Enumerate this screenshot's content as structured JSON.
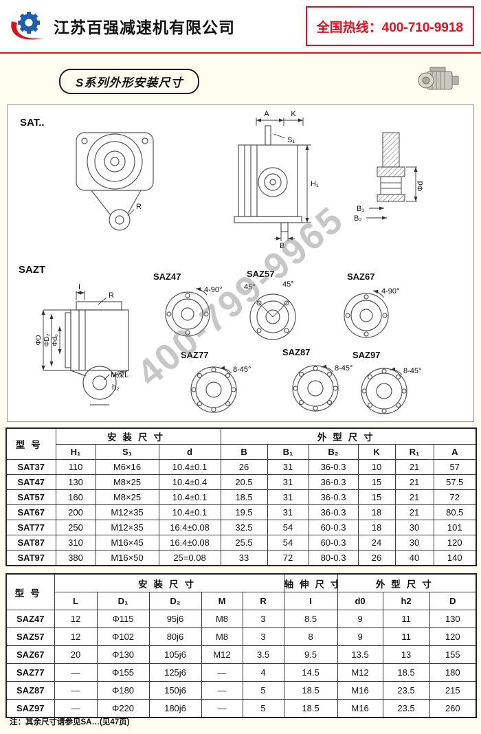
{
  "header": {
    "company_name": "江苏百强减速机有限公司",
    "hotline": "全国热线：400-710-9918"
  },
  "title_badge": "S系列外形安装尺寸",
  "watermark": "400-799-9965",
  "diagram": {
    "sat": {
      "label": "SAT..",
      "dim_a": "A",
      "dim_k": "K",
      "dim_s1": "S₁",
      "dim_h1": "H₁",
      "dim_b": "B",
      "dim_r": "R",
      "dim_phid": "Φd",
      "dim_b1": "B₁",
      "dim_b2": "B₂"
    },
    "sazt": {
      "label": "SAZT",
      "dim_i": "I",
      "dim_r": "R",
      "dim_phid0": "Φd₀",
      "dim_phiD2": "ΦD₂",
      "dim_phiD": "ΦD",
      "dim_m": "M深L",
      "dim_h2": "h₂"
    },
    "flanges": [
      {
        "name": "SAZ47",
        "angle": "4-90°"
      },
      {
        "name": "SAZ57",
        "angle": "45°",
        "angle2": "45°"
      },
      {
        "name": "SAZ67",
        "angle": "4-90°"
      },
      {
        "name": "SAZ77",
        "angle": "8-45°"
      },
      {
        "name": "SAZ87",
        "angle": "8-45°"
      },
      {
        "name": "SAZ97",
        "angle": "8-45°"
      }
    ]
  },
  "tables": {
    "t1": {
      "model_header": "型号",
      "group_install": "安装尺寸",
      "group_outline": "外型尺寸",
      "cols": [
        "H₁",
        "S₁",
        "d",
        "B",
        "B₁",
        "B₂",
        "K",
        "R₁",
        "A"
      ],
      "rows": [
        [
          "SAT37",
          "110",
          "M6×16",
          "10.4±0.1",
          "26",
          "31",
          "36-0.3",
          "10",
          "21",
          "57"
        ],
        [
          "SAT47",
          "130",
          "M8×25",
          "10.4±0.4",
          "20.5",
          "31",
          "36-0.3",
          "15",
          "21",
          "57.5"
        ],
        [
          "SAT57",
          "160",
          "M8×25",
          "10.4±0.1",
          "18.5",
          "31",
          "36-0.3",
          "15",
          "21",
          "72"
        ],
        [
          "SAT67",
          "200",
          "M12×35",
          "10.4±0.1",
          "19.5",
          "31",
          "36-0.3",
          "18",
          "21",
          "80.5"
        ],
        [
          "SAT77",
          "250",
          "M12×35",
          "16.4±0.08",
          "32.5",
          "54",
          "60-0.3",
          "18",
          "30",
          "101"
        ],
        [
          "SAT87",
          "310",
          "M16×45",
          "16.4±0.08",
          "25.5",
          "54",
          "60-0.3",
          "24",
          "30",
          "120"
        ],
        [
          "SAT97",
          "380",
          "M16×50",
          "25=0.08",
          "33",
          "72",
          "80-0.3",
          "26",
          "40",
          "140"
        ]
      ]
    },
    "t2": {
      "model_header": "型号",
      "group_install": "安装尺寸",
      "group_shaft": "轴伸尺寸",
      "group_outline": "外型尺寸",
      "cols": [
        "L",
        "D₁",
        "D₂",
        "M",
        "R",
        "I",
        "d0",
        "h2",
        "D"
      ],
      "rows": [
        [
          "SAZ47",
          "12",
          "Φ115",
          "95j6",
          "M8",
          "3",
          "8.5",
          "9",
          "11",
          "130"
        ],
        [
          "SAZ57",
          "12",
          "Φ102",
          "80j6",
          "M8",
          "3",
          "8",
          "9",
          "11",
          "120"
        ],
        [
          "SAZ67",
          "20",
          "Φ130",
          "105j6",
          "M12",
          "3.5",
          "9.5",
          "13.5",
          "13",
          "155"
        ],
        [
          "SAZ77",
          "—",
          "Φ155",
          "125j6",
          "—",
          "4",
          "14.5",
          "M12",
          "18.5",
          "180"
        ],
        [
          "SAZ87",
          "—",
          "Φ180",
          "150j6",
          "—",
          "5",
          "18.5",
          "M16",
          "23.5",
          "215"
        ],
        [
          "SAZ97",
          "—",
          "Φ220",
          "180j6",
          "—",
          "5",
          "18.5",
          "M16",
          "23.5",
          "260"
        ]
      ]
    }
  },
  "footnote": "注：其余尺寸请参见SA…(见47页)"
}
